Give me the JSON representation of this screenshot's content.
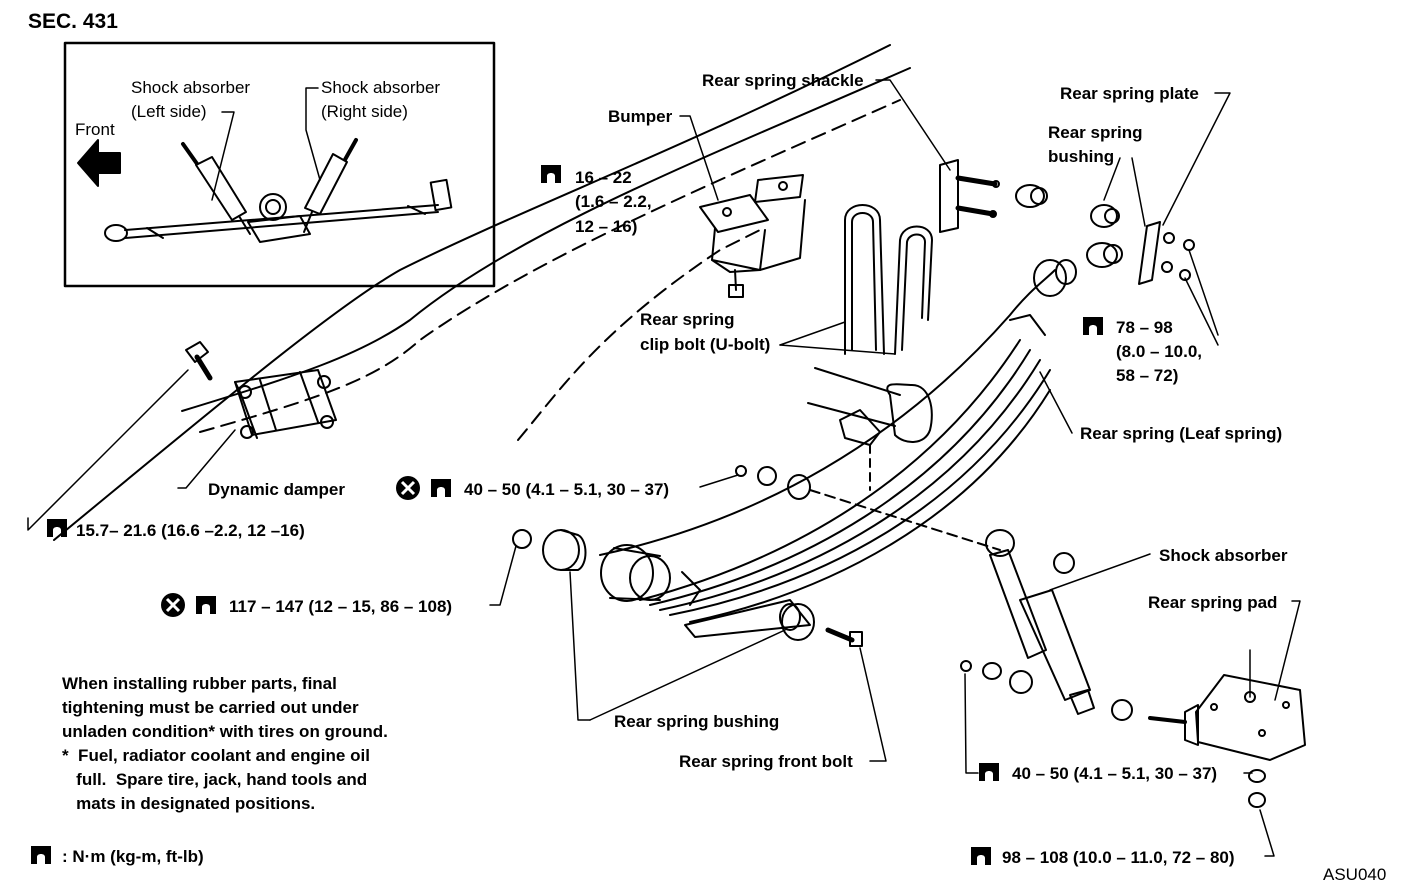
{
  "section_title": "SEC. 431",
  "figure_code": "ASU040",
  "inset": {
    "front_label": "Front",
    "shock_left": [
      "Shock absorber",
      "(Left side)"
    ],
    "shock_right": [
      "Shock absorber",
      "(Right side)"
    ]
  },
  "labels": {
    "rear_spring_shackle": "Rear spring shackle",
    "rear_spring_plate": "Rear spring plate",
    "rear_spring_bushing_top": [
      "Rear spring",
      "bushing"
    ],
    "bumper": "Bumper",
    "rear_spring_clip_bolt": [
      "Rear spring",
      "clip bolt (U-bolt)"
    ],
    "rear_leaf_spring": "Rear spring (Leaf spring)",
    "dynamic_damper": "Dynamic damper",
    "shock_absorber": "Shock absorber",
    "rear_spring_pad": "Rear spring pad",
    "rear_spring_bushing_bottom": "Rear spring bushing",
    "rear_spring_front_bolt": "Rear spring front bolt"
  },
  "torques": {
    "bumper_nut": [
      "16 – 22",
      "(1.6 – 2.2,",
      "12 – 16)"
    ],
    "spring_plate_nut": [
      "78 – 98",
      "(8.0 – 10.0,",
      "58 – 72)"
    ],
    "shock_upper_nut": "40 – 50 (4.1 – 5.1, 30 – 37)",
    "damper_bolt": "15.7– 21.6 (16.6 –2.2, 12 –16)",
    "front_bolt_nut": "117 – 147 (12 – 15, 86 – 108)",
    "shock_lower_nut": "40 – 50 (4.1 – 5.1, 30 – 37)",
    "u_bolt_nut": "98 – 108 (10.0 – 11.0, 72 – 80)"
  },
  "notes": {
    "installation": [
      "When installing rubber parts, final",
      "tightening must be carried out under",
      "unladen condition* with tires on ground.",
      "*  Fuel, radiator coolant and engine oil",
      "   full.  Spare tire, jack, hand tools and",
      "   mats in designated positions."
    ],
    "units_legend": ": N·m (kg-m, ft-lb)"
  }
}
